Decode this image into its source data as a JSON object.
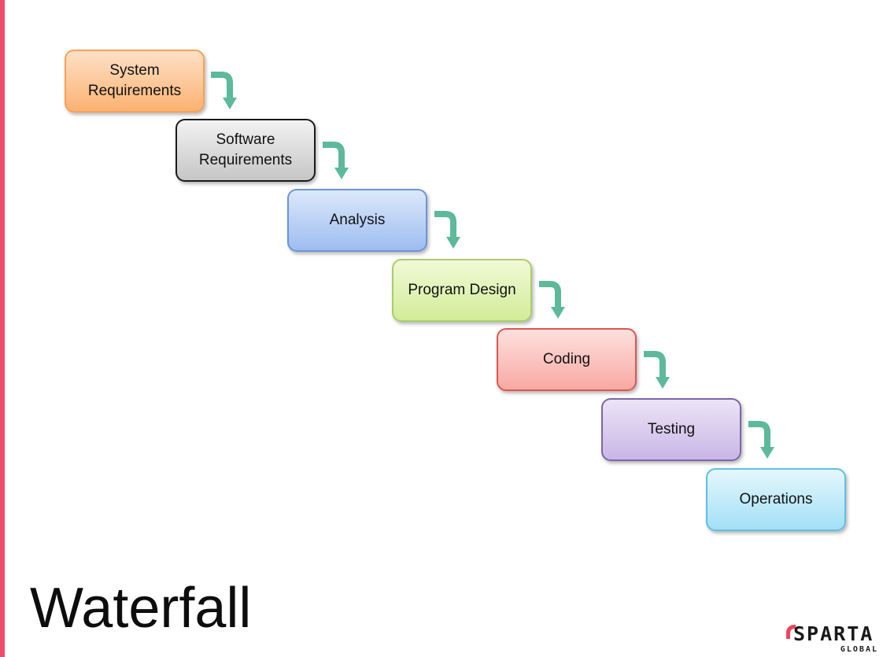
{
  "diagram": {
    "title": "Waterfall",
    "steps": [
      {
        "label": "System\nRequirements",
        "color": "#fbb272"
      },
      {
        "label": "Software\nRequirements",
        "color": "#c6c6c6"
      },
      {
        "label": "Analysis",
        "color": "#9dbdf0"
      },
      {
        "label": "Program Design",
        "color": "#d2ec98"
      },
      {
        "label": "Coding",
        "color": "#f8a9a3"
      },
      {
        "label": "Testing",
        "color": "#c8b6e6"
      },
      {
        "label": "Operations",
        "color": "#a2e0f5"
      }
    ],
    "arrow_color": "#5db99a",
    "arrow_icon": "curved-down-arrow-icon"
  },
  "branding": {
    "logo_text": "SPARTA",
    "logo_subtext": "GLOBAL",
    "accent_color": "#ef4458"
  }
}
